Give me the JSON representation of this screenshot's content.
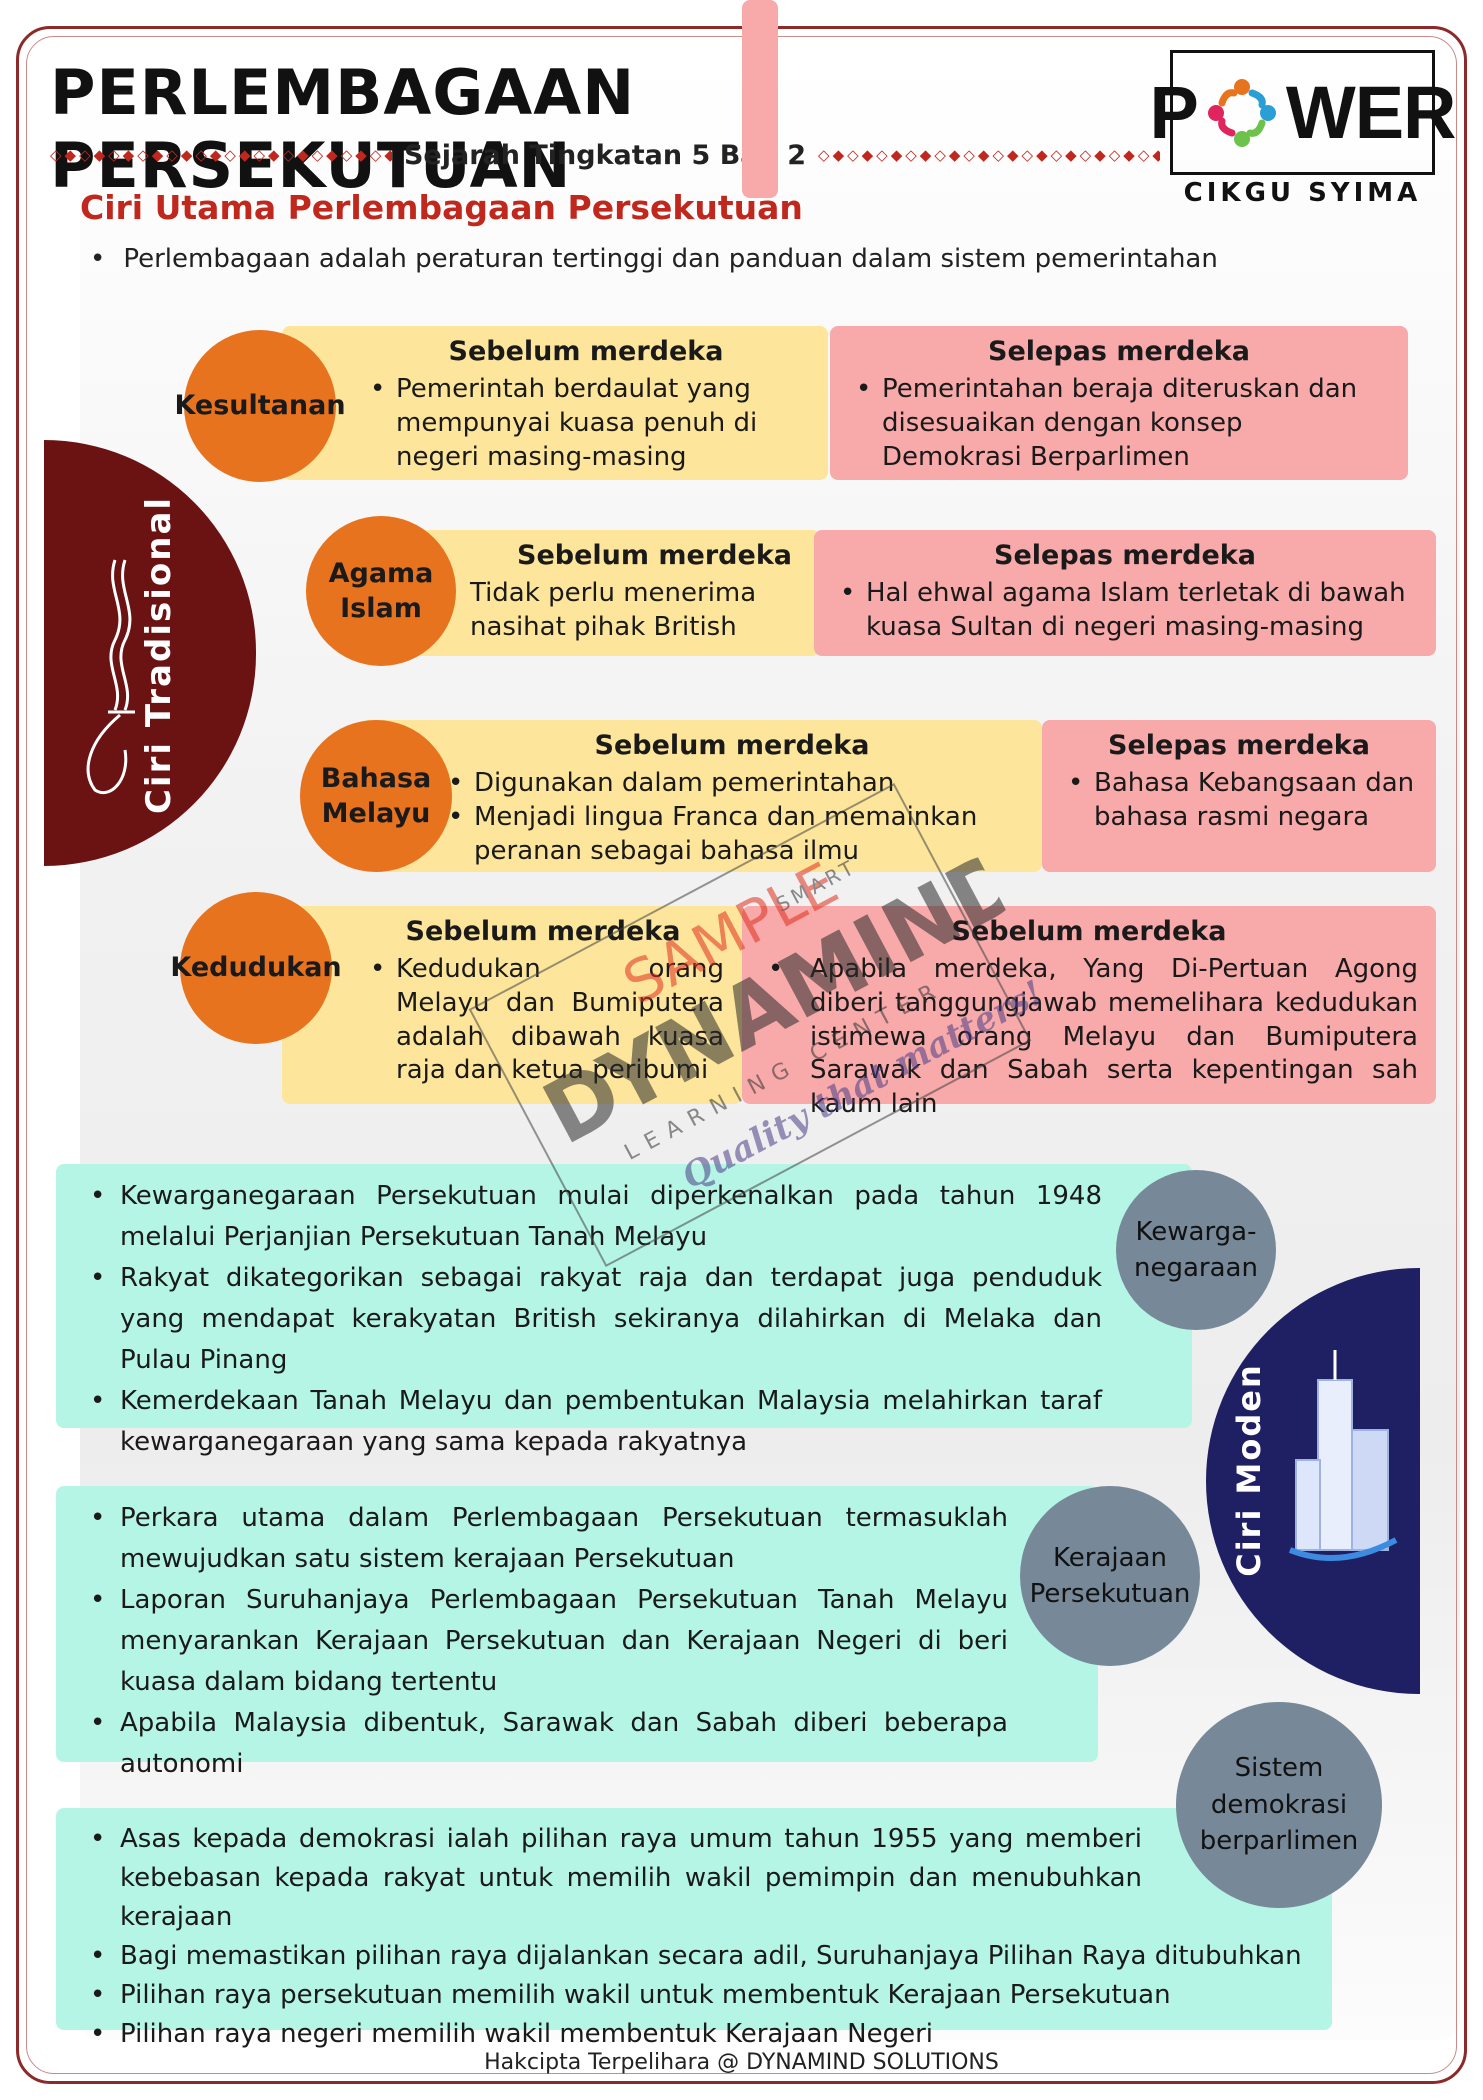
{
  "header": {
    "title": "PERLEMBAGAAN PERSEKUTUAN",
    "subtitle": "Sejarah Tingkatan 5 Bab 2",
    "diamonds": "◇◆◇◆◇◆◇◆◇◆◇◆◇◆◇◆◇◆◇◆◇◆◇◆◇◆◇◆◇◆◇◆◇◆◇◆"
  },
  "logo": {
    "letters_left": "P",
    "letters_right": "WER",
    "caption": "CIKGU SYIMA"
  },
  "section": {
    "title": "Ciri Utama Perlembagaan Persekutuan",
    "intro": "Perlembagaan adalah peraturan tertinggi dan panduan dalam sistem pemerintahan"
  },
  "traditional": {
    "label": "Ciri Tradisional",
    "rows": [
      {
        "topic": "Kesultanan",
        "before_heading": "Sebelum merdeka",
        "before": [
          "Pemerintah berdaulat yang mempunyai kuasa penuh di negeri masing-masing"
        ],
        "after_heading": "Selepas merdeka",
        "after": [
          "Pemerintahan beraja diteruskan dan disesuaikan dengan konsep Demokrasi Berparlimen"
        ]
      },
      {
        "topic": "Agama Islam",
        "before_heading": "Sebelum merdeka",
        "before": [
          "Tidak perlu menerima nasihat pihak British"
        ],
        "after_heading": "Selepas merdeka",
        "after": [
          "Hal ehwal agama Islam terletak di bawah kuasa Sultan di negeri masing-masing"
        ]
      },
      {
        "topic": "Bahasa Melayu",
        "before_heading": "Sebelum merdeka",
        "before": [
          "Digunakan dalam pemerintahan",
          "Menjadi lingua Franca dan memainkan peranan sebagai bahasa ilmu"
        ],
        "after_heading": "Selepas merdeka",
        "after": [
          "Bahasa Kebangsaan dan bahasa rasmi negara"
        ]
      },
      {
        "topic": "Kedudukan",
        "before_heading": "Sebelum merdeka",
        "before": [
          "Kedudukan orang Melayu dan Bumiputera adalah dibawah kuasa raja dan ketua peribumi"
        ],
        "after_heading": "Sebelum merdeka",
        "after": [
          "Apabila merdeka, Yang Di-Pertuan Agong diberi tanggungjawab memelihara kedudukan istimewa orang Melayu dan Bumiputera Sarawak dan Sabah serta kepentingan sah kaum lain"
        ]
      }
    ]
  },
  "modern": {
    "label": "Ciri Moden",
    "blocks": [
      {
        "topic": "Kewarga-negaraan",
        "items": [
          "Kewarganegaraan Persekutuan mulai diperkenalkan pada tahun 1948 melalui Perjanjian Persekutuan Tanah Melayu",
          "Rakyat dikategorikan sebagai rakyat raja dan terdapat juga penduduk yang mendapat kerakyatan British sekiranya dilahirkan di Melaka dan Pulau Pinang",
          "Kemerdekaan Tanah Melayu dan pembentukan Malaysia melahirkan taraf kewarganegaraan yang sama kepada rakyatnya"
        ]
      },
      {
        "topic": "Kerajaan Persekutuan",
        "items": [
          "Perkara utama dalam Perlembagaan Persekutuan termasuklah mewujudkan satu sistem kerajaan Persekutuan",
          "Laporan Suruhanjaya Perlembagaan Persekutuan Tanah Melayu menyarankan Kerajaan Persekutuan dan Kerajaan Negeri di beri kuasa dalam bidang tertentu",
          "Apabila Malaysia dibentuk, Sarawak dan Sabah diberi beberapa autonomi"
        ]
      },
      {
        "topic": "Sistem demokrasi berparlimen",
        "items": [
          "Asas kepada demokrasi ialah pilihan raya umum tahun 1955 yang memberi kebebasan  kepada rakyat untuk memilih wakil pemimpin dan menubuhkan kerajaan",
          "Bagi memastikan pilihan raya dijalankan secara adil, Suruhanjaya Pilihan Raya ditubuhkan",
          "Pilihan raya persekutuan memilih wakil untuk membentuk Kerajaan Persekutuan",
          "Pilihan raya negeri memilih wakil membentuk Kerajaan Negeri"
        ]
      }
    ]
  },
  "watermark": {
    "sample": "SAMPLE",
    "brand": "DYNAMIND",
    "smart": "SMART",
    "learning": "LEARNING CENTER",
    "tagline": "Quality that matters!"
  },
  "footer": "Hakcipta Terpelihara @ DYNAMIND SOLUTIONS",
  "colors": {
    "title_red": "#c0281e",
    "maroon": "#6b1313",
    "navy": "#1f1f63",
    "orange": "#e8731f",
    "yellow": "#fde69b",
    "pink": "#f8a9a9",
    "mint": "#b5f5e5",
    "slate": "#778899"
  }
}
